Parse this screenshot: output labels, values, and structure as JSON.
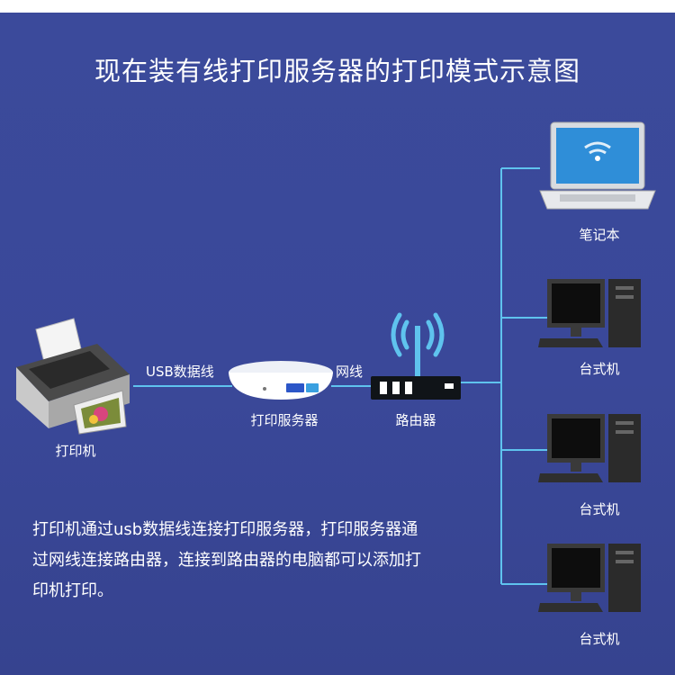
{
  "title": "现在装有线打印服务器的打印模式示意图",
  "devices": {
    "printer": "打印机",
    "print_server": "打印服务器",
    "router": "路由器",
    "laptop": "笔记本",
    "desktop_1": "台式机",
    "desktop_2": "台式机",
    "desktop_3": "台式机"
  },
  "links": {
    "usb": "USB数据线",
    "network": "网线"
  },
  "description": [
    "打印机通过usb数据线连接打印服务器，打印服务器通",
    "过网线连接路由器，连接到路由器的电脑都可以添加打",
    "印机打印。"
  ],
  "colors": {
    "background": "#3b4a9b",
    "wire": "#5fc3ee",
    "text": "#ffffff"
  }
}
